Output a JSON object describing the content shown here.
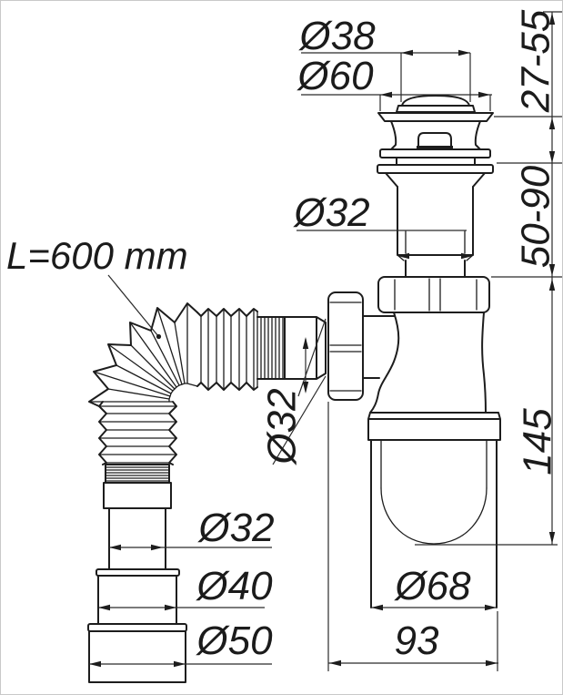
{
  "figure": {
    "type": "technical-drawing",
    "subject": "Bottle trap siphon with pop-up waste plug and flexible corrugated outlet hose",
    "background": "#ffffff",
    "line_color": "#1d1d1d"
  },
  "labels": {
    "plug_cap_diameter": "Ø38",
    "flange_diameter": "Ø60",
    "plug_height_range": "27-55",
    "tailpiece_diameter": "Ø32",
    "tailpiece_length_range": "50-90",
    "trap_height": "145",
    "inlet_diameter": "Ø32",
    "hose_length": "L=600 mm",
    "outlet_diameter_small": "Ø32",
    "outlet_diameter_mid": "Ø40",
    "outlet_diameter_large": "Ø50",
    "cup_diameter": "Ø68",
    "trap_width": "93"
  }
}
